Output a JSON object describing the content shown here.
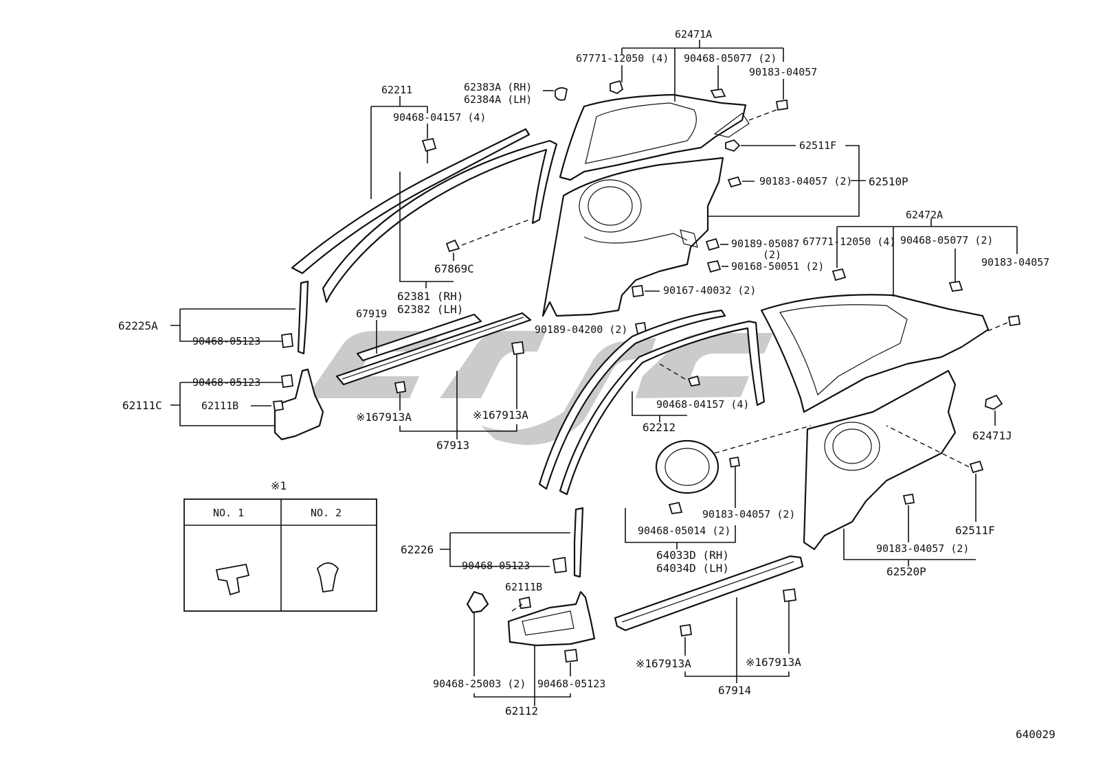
{
  "diagram_id": "640029",
  "note_table": {
    "title": "※1",
    "col1": "NO. 1",
    "col2": "NO. 2"
  },
  "labels": {
    "l62471A": "62471A",
    "l67771_12050_4_a": "67771-12050 (4)",
    "l90468_05077_2_a": "90468-05077 (2)",
    "l90183_04057_a": "90183-04057",
    "l62383A": "62383A (RH)",
    "l62384A": "62384A (LH)",
    "l62211": "62211",
    "l90468_04157_4_a": "90468-04157 (4)",
    "l62511F_a": "62511F",
    "l90183_04057_2_a": "90183-04057 (2)",
    "l62510P": "62510P",
    "l67869C": "67869C",
    "l62381": "62381 (RH)",
    "l62382": "62382 (LH)",
    "l62472A": "62472A",
    "l67771_12050_4_b": "67771-12050 (4)",
    "l90468_05077_2_b": "90468-05077 (2)",
    "l90183_04057_b": "90183-04057",
    "l90189_05087": "90189-05087",
    "l90189_05087_qty": "(2)",
    "l90168_50051": "90168-50051 (2)",
    "l90167_40032": "90167-40032 (2)",
    "l62225A": "62225A",
    "l90468_05123_a": "90468-05123",
    "l67919": "67919",
    "l90189_04200": "90189-04200 (2)",
    "l90468_05123_b": "90468-05123",
    "l62111C": "62111C",
    "l62111B_a": "62111B",
    "l67913A_1": "※167913A",
    "l67913A_2": "※167913A",
    "l67913": "67913",
    "l90468_04157_4_b": "90468-04157 (4)",
    "l62212": "62212",
    "l62471J": "62471J",
    "l90183_04057_2_b": "90183-04057 (2)",
    "l90468_05014": "90468-05014 (2)",
    "l62511F_b": "62511F",
    "l64033D": "64033D (RH)",
    "l64034D": "64034D (LH)",
    "l90183_04057_2_c": "90183-04057 (2)",
    "l62520P": "62520P",
    "l62226": "62226",
    "l90468_05123_c": "90468-05123",
    "l62111B_b": "62111B",
    "l67913A_3": "※167913A",
    "l67913A_4": "※167913A",
    "l67914": "67914",
    "l90468_25003": "90468-25003 (2)",
    "l90468_05123_d": "90468-05123",
    "l62112": "62112"
  }
}
